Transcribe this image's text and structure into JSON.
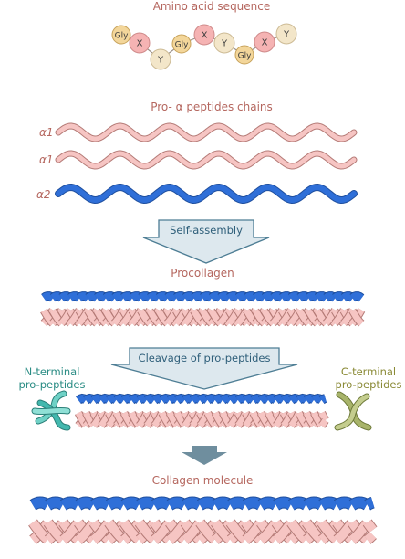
{
  "titles": {
    "amino": "Amino acid sequence",
    "pro_alpha": "Pro- α peptides chains",
    "procollagen": "Procollagen",
    "collagen": "Collagen molecule"
  },
  "beads": [
    {
      "label": "Gly",
      "kind": "gly"
    },
    {
      "label": "X",
      "kind": "x"
    },
    {
      "label": "Y",
      "kind": "y"
    },
    {
      "label": "Gly",
      "kind": "gly"
    },
    {
      "label": "X",
      "kind": "x"
    },
    {
      "label": "Y",
      "kind": "y"
    },
    {
      "label": "Gly",
      "kind": "gly"
    },
    {
      "label": "X",
      "kind": "x"
    },
    {
      "label": "Y",
      "kind": "y"
    }
  ],
  "chains": [
    {
      "label": "α1",
      "color": "pink"
    },
    {
      "label": "α1",
      "color": "pink"
    },
    {
      "label": "α2",
      "color": "blue"
    }
  ],
  "steps": {
    "self_assembly": "Self-assembly",
    "cleavage": "Cleavage of pro-peptides"
  },
  "n_terminal": {
    "line1": "N-terminal",
    "line2": "pro-peptides",
    "color": "#2a8c84"
  },
  "c_terminal": {
    "line1": "C-terminal",
    "line2": "pro-peptides",
    "color": "#8a8a36"
  },
  "colors": {
    "title": "#b5675f",
    "pink_fill": "#f6c5c3",
    "pink_stroke": "#b47a76",
    "blue": "#2f6fd8",
    "blue_stroke": "#1f4f9e",
    "gly": "#f3d69a",
    "x": "#f5b3b3",
    "y": "#f3e6c9",
    "arrow_fill": "#dde8ee",
    "arrow_stroke": "#4d7d94",
    "arrow_solid": "#6f8e9e",
    "teal": "#43b8ae",
    "olive": "#a8b46a"
  }
}
